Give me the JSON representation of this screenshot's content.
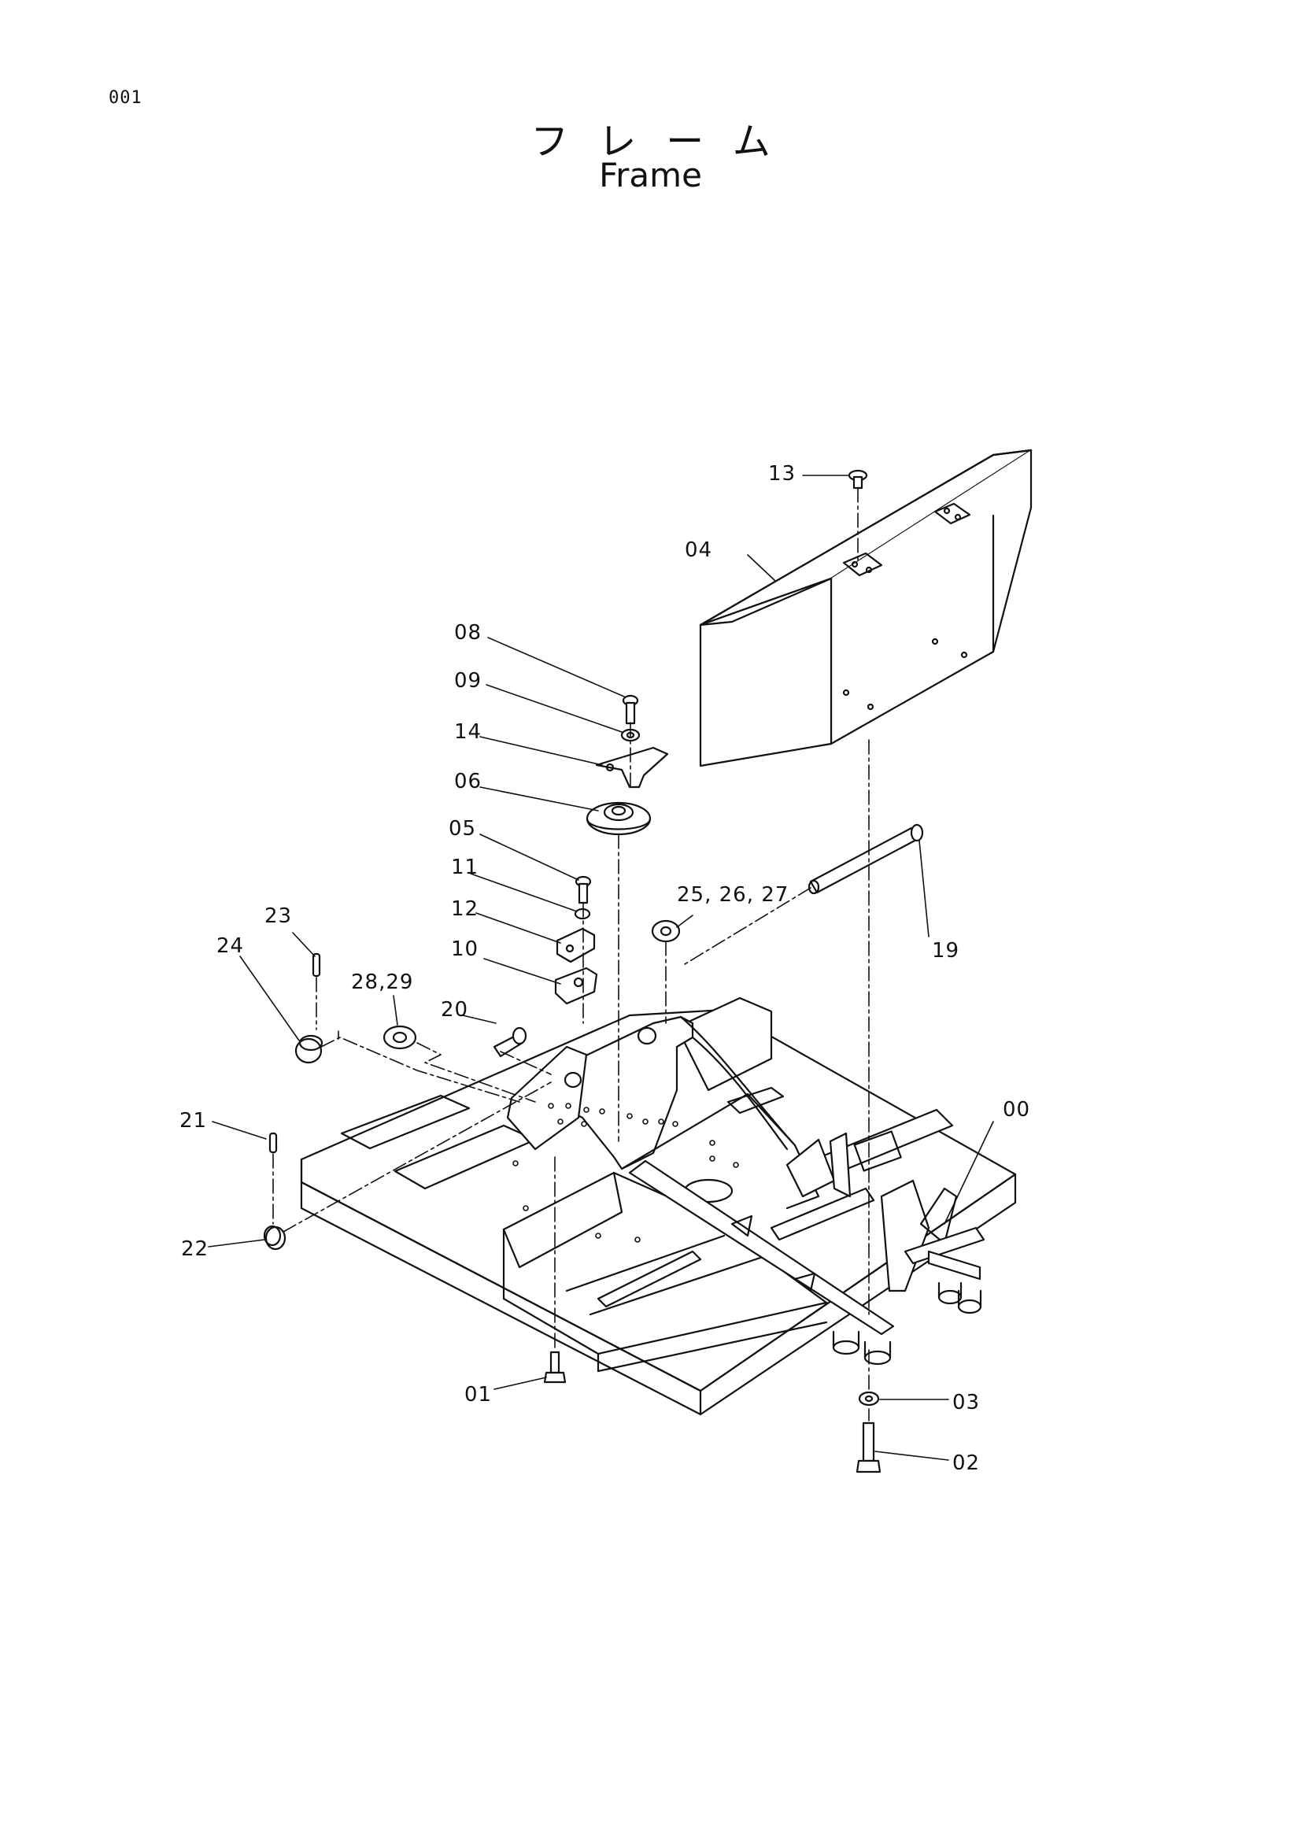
{
  "page_number": "001",
  "title_ja": "フレーム",
  "title_en": "Frame",
  "callouts": [
    "00",
    "01",
    "02",
    "03",
    "04",
    "05",
    "06",
    "08",
    "09",
    "10",
    "11",
    "12",
    "13",
    "14",
    "19",
    "20",
    "21",
    "22",
    "23",
    "24",
    "25, 26, 27",
    "28,29"
  ]
}
